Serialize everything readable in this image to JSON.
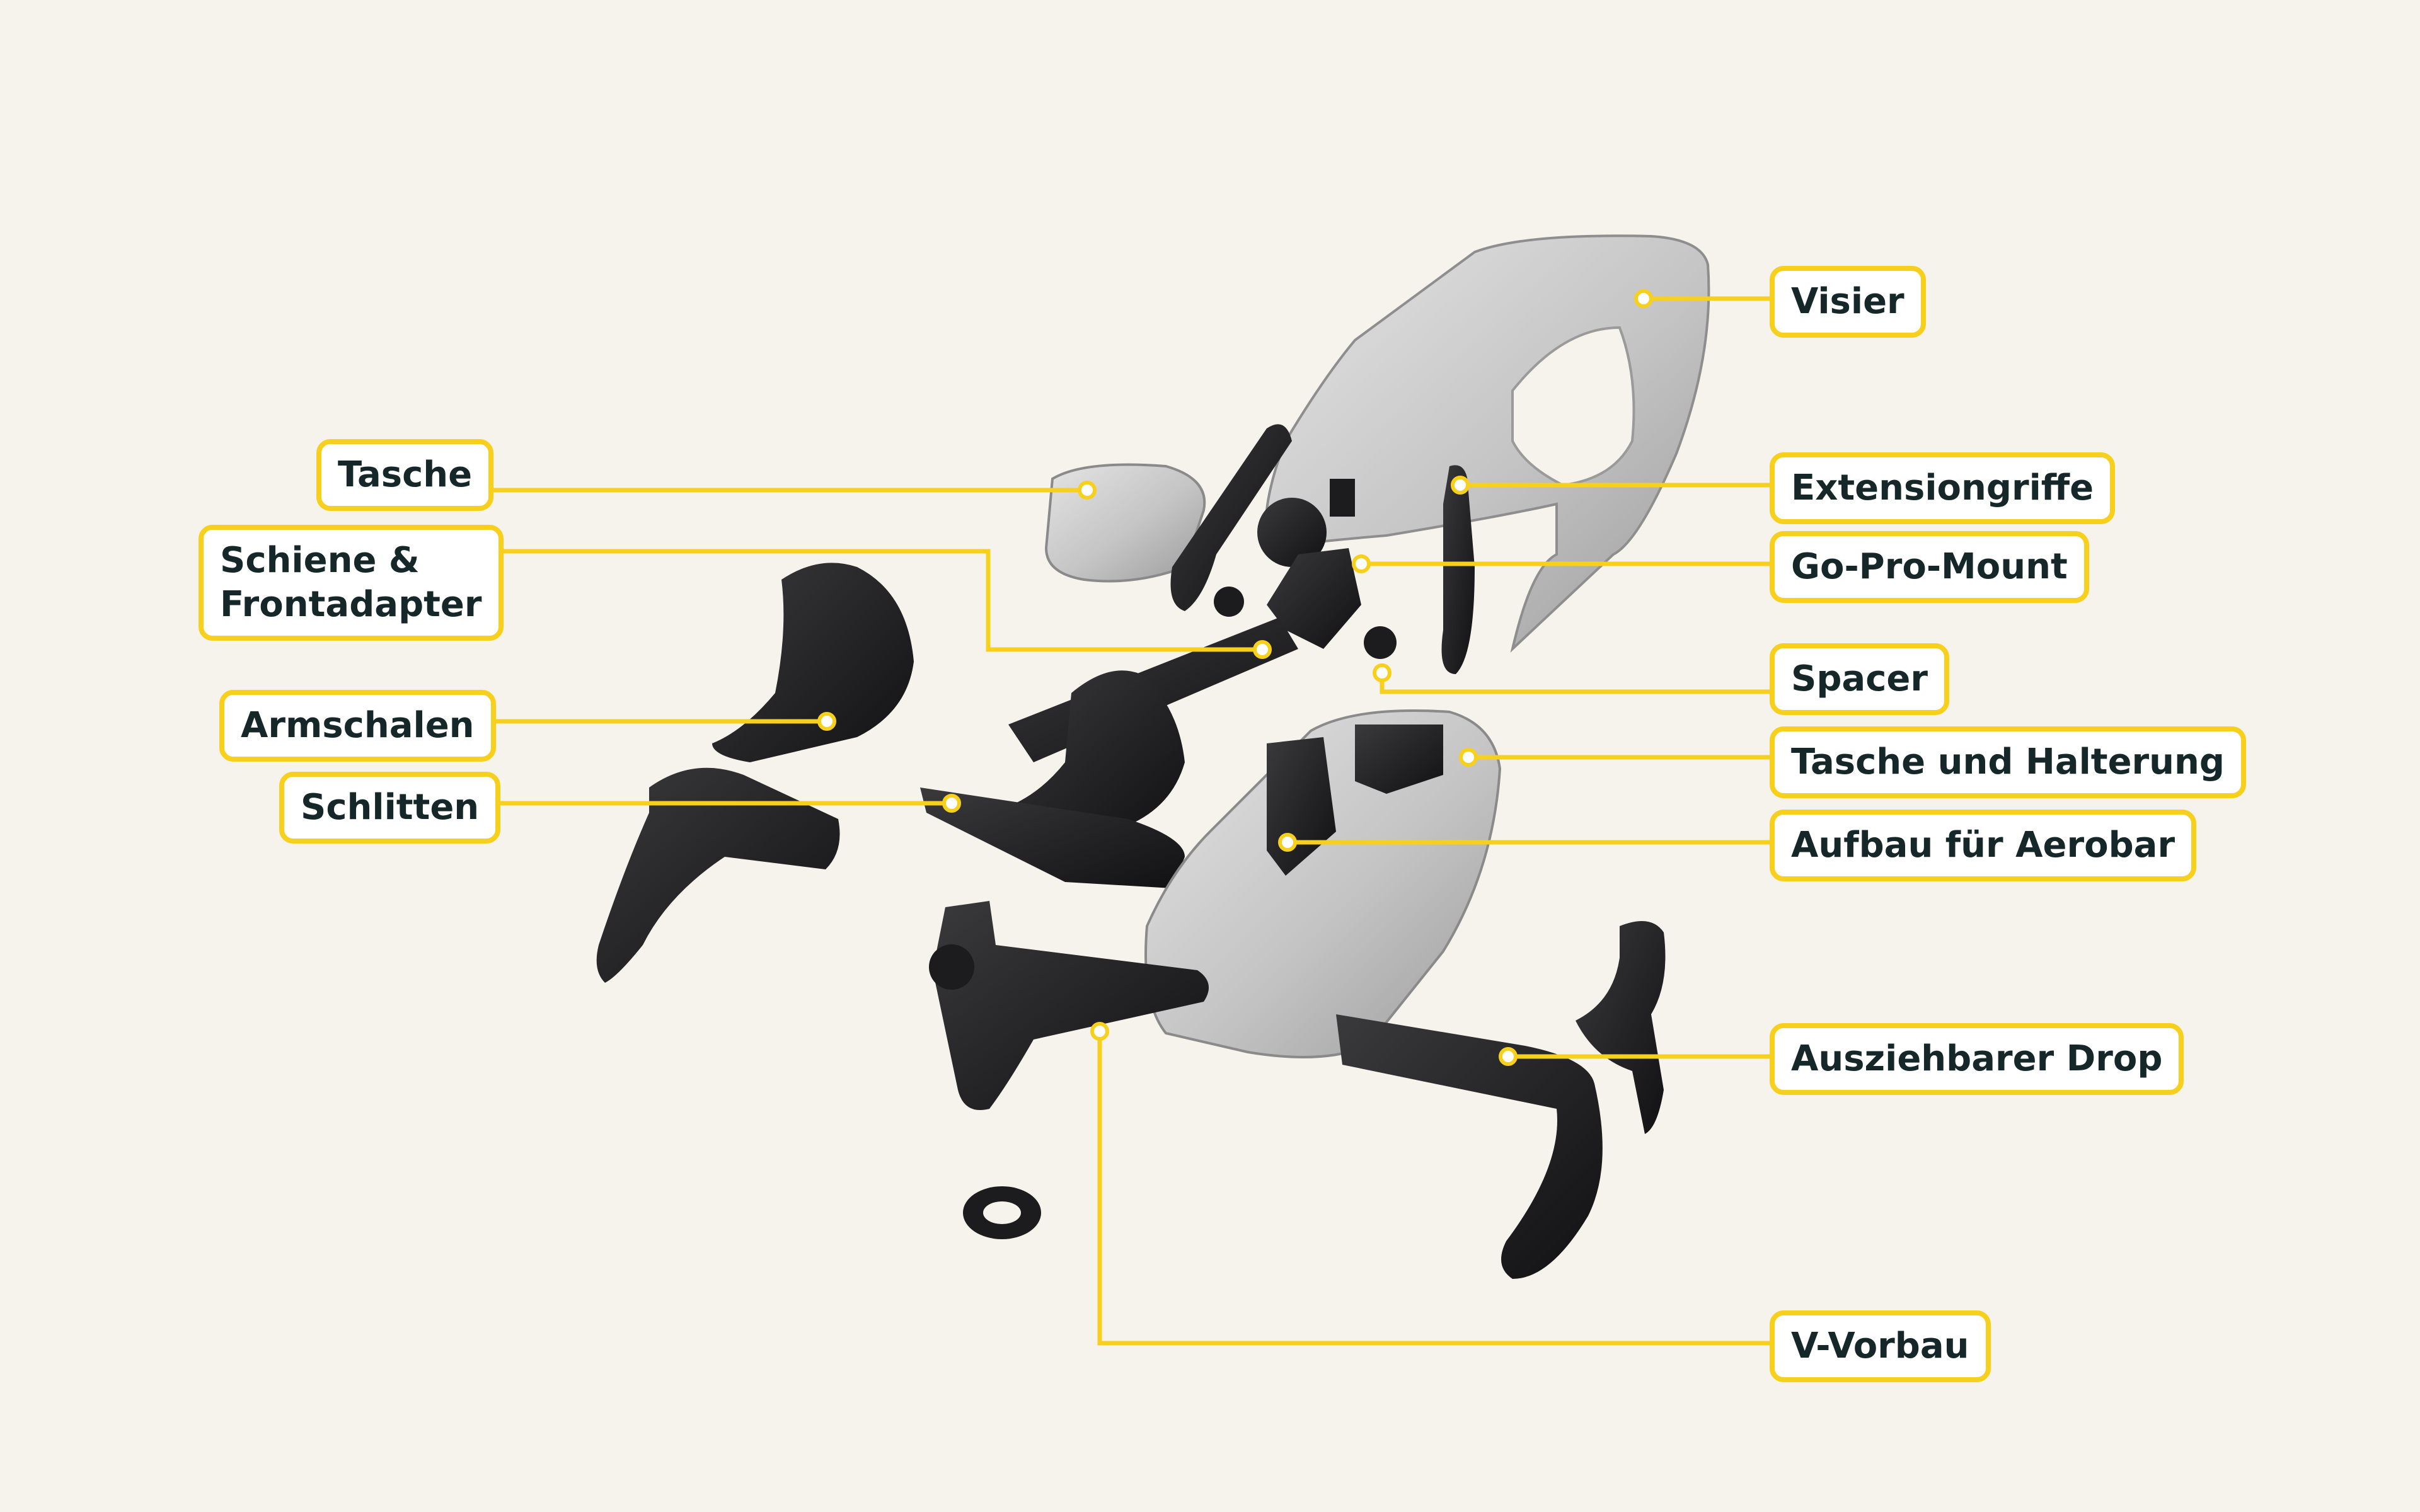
{
  "labels": {
    "visier": "Visier",
    "tasche": "Tasche",
    "extensiongriffe": "Extensiongriffe",
    "schiene_line1": "Schiene &",
    "schiene_line2": "Frontadapter",
    "gopro": "Go-Pro-Mount",
    "spacer": "Spacer",
    "armschalen": "Armschalen",
    "tasche_halterung": "Tasche und Halterung",
    "schlitten": "Schlitten",
    "aufbau": "Aufbau für Aerobar",
    "drop": "Ausziehbarer Drop",
    "vorbau": "V-Vorbau"
  },
  "colors": {
    "background": "#f6f3ec",
    "accent": "#f7cf1d",
    "text": "#16272a",
    "part_dark": "#1c1c1e",
    "part_light": "#c9c9c9"
  }
}
